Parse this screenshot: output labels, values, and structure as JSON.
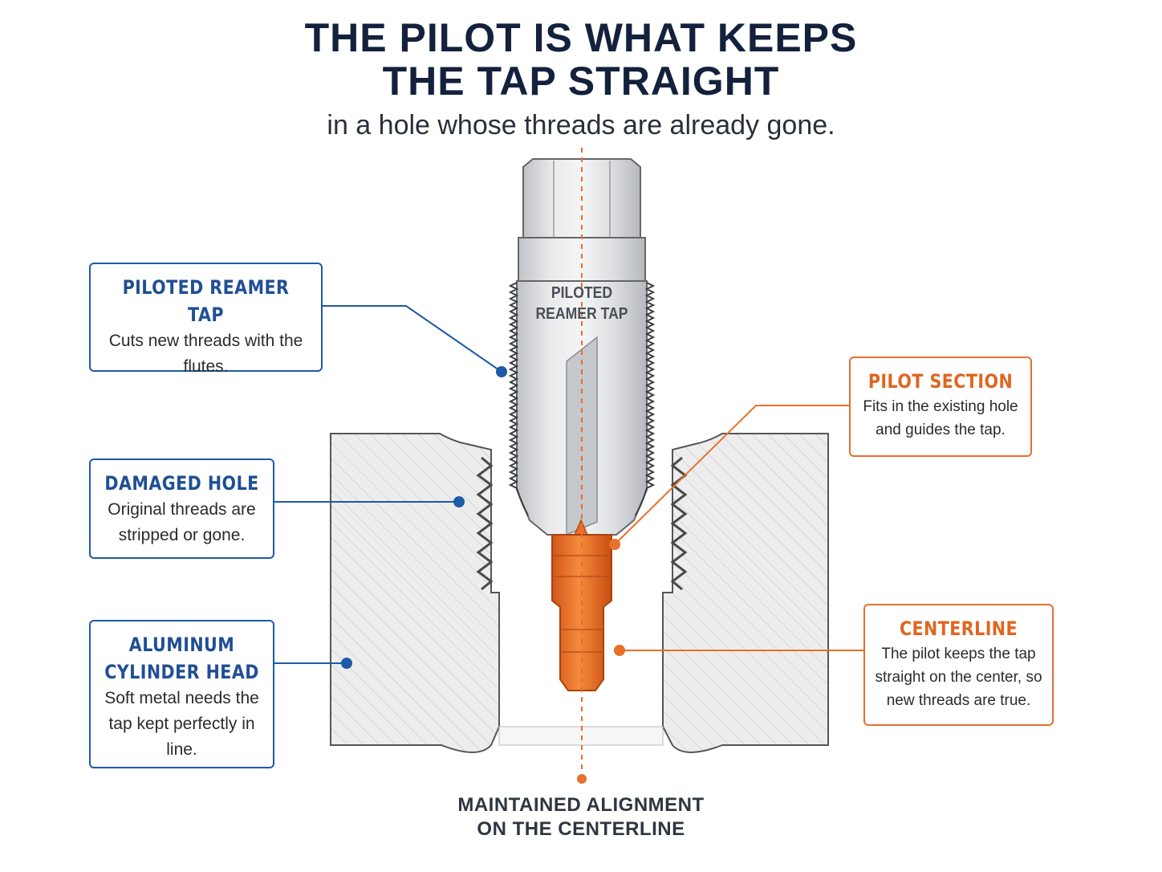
{
  "title": {
    "line1": "THE PILOT IS WHAT KEEPS",
    "line2": "THE TAP STRAIGHT"
  },
  "subtitle": "in a hole whose threads are already gone.",
  "tap_label": {
    "line1": "PILOTED",
    "line2": "REAMER TAP"
  },
  "callouts": {
    "piloted_reamer_tap": {
      "heading": "PILOTED REAMER TAP",
      "body": "Cuts new threads with the flutes."
    },
    "damaged_hole": {
      "heading": "DAMAGED HOLE",
      "body": "Original threads are stripped or gone."
    },
    "aluminum_head": {
      "heading": "ALUMINUM CYLINDER HEAD",
      "body": "Soft metal needs the tap kept perfectly in line."
    },
    "pilot_section": {
      "heading": "PILOT SECTION",
      "body": "Fits in the existing hole and guides the tap."
    },
    "centerline": {
      "heading": "CENTERLINE",
      "body": "The pilot keeps the tap straight on the center, so new threads are true."
    }
  },
  "bottom_label": {
    "line1": "MAINTAINED ALIGNMENT",
    "line2": "ON THE CENTERLINE"
  },
  "colors": {
    "navy": "#14213d",
    "blue_accent": "#1f5aa6",
    "orange_accent": "#e8702a",
    "metal": "#dcdee2",
    "block": "#eeeeee"
  }
}
